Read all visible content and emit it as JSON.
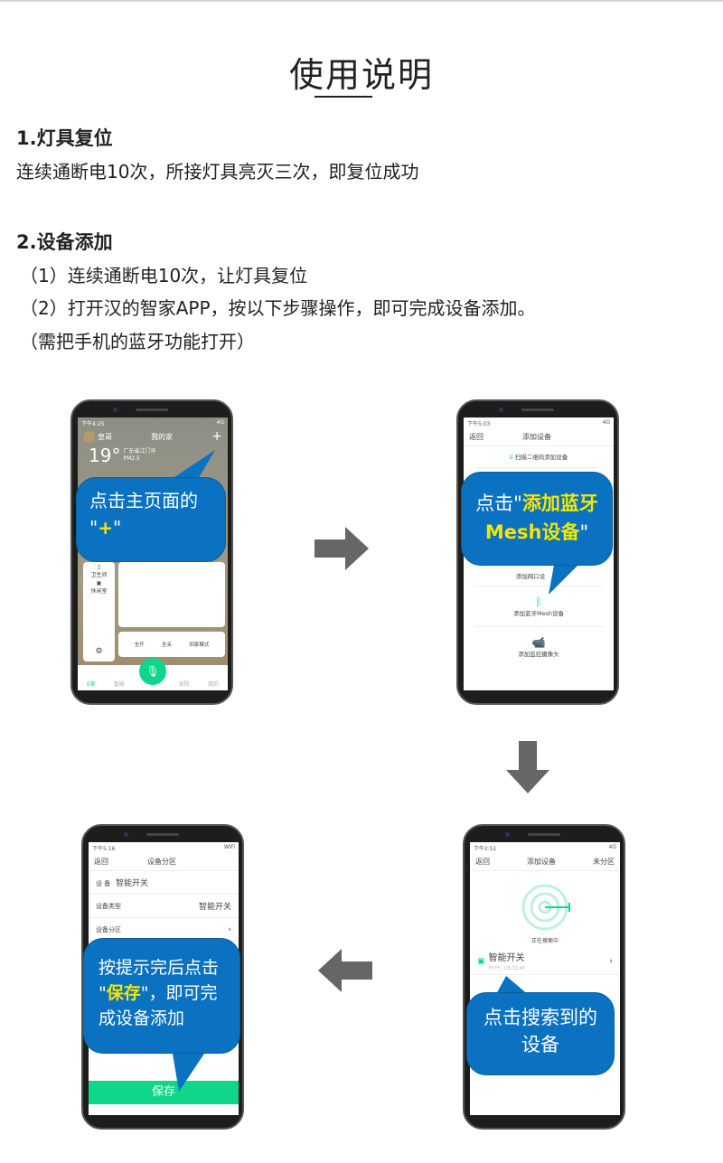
{
  "title": "使用说明",
  "section1": {
    "heading": "1.灯具复位",
    "text": "连续通断电10次，所接灯具亮灭三次，即复位成功"
  },
  "section2": {
    "heading": "2.设备添加",
    "step1": "（1）连续通断电10次，让灯具复位",
    "step2": "（2）打开汉的智家APP，按以下步骤操作，即可完成设备添加。",
    "step3": "（需把手机的蓝牙功能打开）"
  },
  "phone1": {
    "time": "下午4:25",
    "status": "4G",
    "user": "皇哥",
    "home": "我的家",
    "add": "+",
    "temp": "19°",
    "city": "广东省江门市",
    "pm": "PM2.5",
    "rooms": [
      "卫生间",
      "休闲室"
    ],
    "scenes": [
      "全开",
      "全关",
      "回家模式"
    ],
    "tabs": [
      "E家",
      "智能",
      "安防",
      "我的"
    ],
    "bubble_a": "点击主页面的",
    "bubble_q1": "\"",
    "bubble_plus": "+",
    "bubble_q2": "\""
  },
  "phone2": {
    "time": "下午5:03",
    "back": "返回",
    "nav_title": "添加设备",
    "scan": "扫描二维码添加设备",
    "gateway": "添加网口设",
    "bt": "添加蓝牙Mesh设备",
    "camera": "添加监控摄像头",
    "bubble_a": "点击\"",
    "bubble_b": "添加蓝牙",
    "bubble_c": "Mesh设备",
    "bubble_d": "\""
  },
  "phone3": {
    "time": "下午5:16",
    "back": "返回",
    "nav_title": "设备分区",
    "device_label": "设 备",
    "device_value": "智能开关",
    "type_label": "设备类型",
    "type_value": "智能开关",
    "zone_label": "设备分区",
    "save": "保存",
    "bubble_a": "按提示完后点击",
    "bubble_b": "\"",
    "bubble_c": "保存",
    "bubble_d": "\"，即可完成设备添加"
  },
  "phone4": {
    "time": "下午2:51",
    "back": "返回",
    "nav_title": "添加设备",
    "right": "未分区",
    "searching": "正在搜索中",
    "device": "智能开关",
    "mac": "FF:FF:..CB:32:68",
    "bubble": "点击搜索到的设备"
  },
  "colors": {
    "bubble": "#0a72c0",
    "green": "#0fd68a",
    "arrow": "#666666",
    "highlight": "#f5e600"
  }
}
